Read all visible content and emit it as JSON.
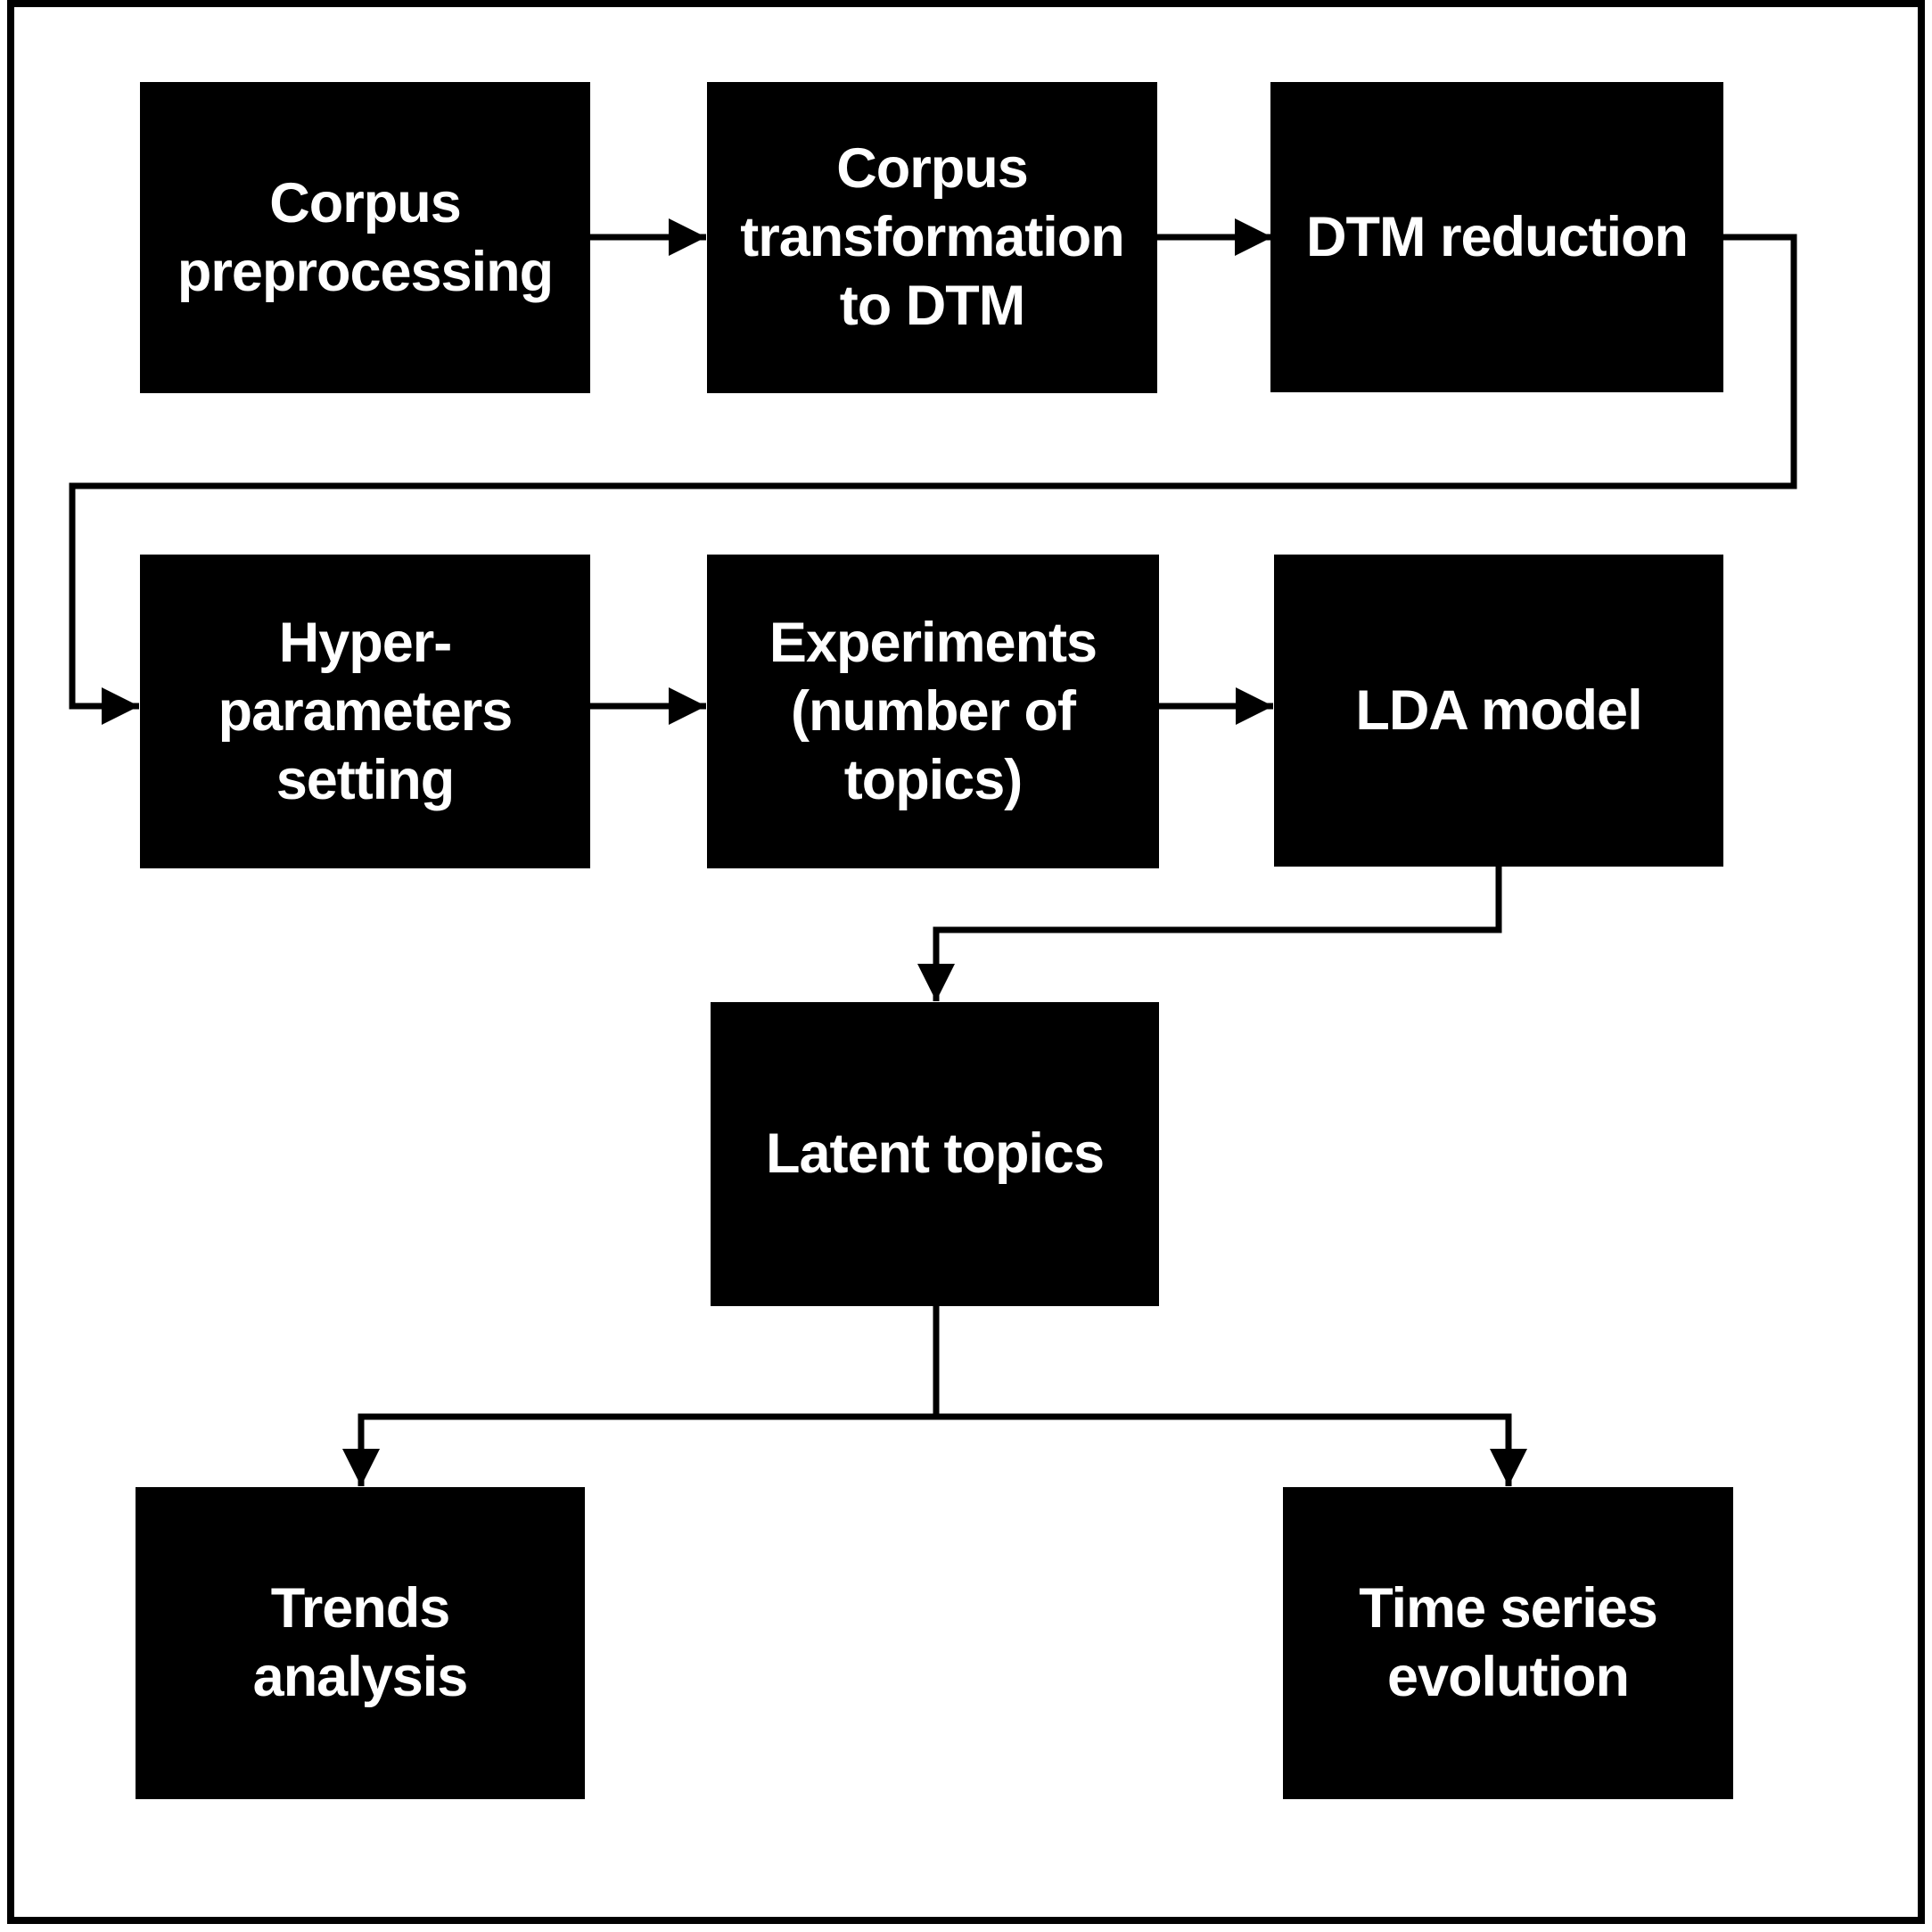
{
  "diagram": {
    "type": "flowchart",
    "colors": {
      "background": "#ffffff",
      "node_fill": "#000000",
      "node_text": "#ffffff",
      "connector": "#000000",
      "border": "#000000"
    },
    "nodes": [
      {
        "id": "corpus-preprocessing",
        "label": "Corpus preprocessing",
        "lines": [
          "Corpus",
          "preprocessing"
        ]
      },
      {
        "id": "corpus-transformation-to-dtm",
        "label": "Corpus transformation to DTM",
        "lines": [
          "Corpus",
          "transformation",
          "to DTM"
        ]
      },
      {
        "id": "dtm-reduction",
        "label": "DTM reduction",
        "lines": [
          "DTM reduction"
        ]
      },
      {
        "id": "hyper-parameters-setting",
        "label": "Hyper-parameters setting",
        "lines": [
          "Hyper-",
          "parameters",
          "setting"
        ]
      },
      {
        "id": "experiments",
        "label": "Experiments (number of topics)",
        "lines": [
          "Experiments",
          "(number of",
          "topics)"
        ]
      },
      {
        "id": "lda-model",
        "label": "LDA model",
        "lines": [
          "LDA model"
        ]
      },
      {
        "id": "latent-topics",
        "label": "Latent topics",
        "lines": [
          "Latent topics"
        ]
      },
      {
        "id": "trends-analysis",
        "label": "Trends analysis",
        "lines": [
          "Trends",
          "analysis"
        ]
      },
      {
        "id": "time-series-evolution",
        "label": "Time series evolution",
        "lines": [
          "Time series",
          "evolution"
        ]
      }
    ],
    "edges": [
      {
        "from": "corpus-preprocessing",
        "to": "corpus-transformation-to-dtm"
      },
      {
        "from": "corpus-transformation-to-dtm",
        "to": "dtm-reduction"
      },
      {
        "from": "dtm-reduction",
        "to": "hyper-parameters-setting"
      },
      {
        "from": "hyper-parameters-setting",
        "to": "experiments"
      },
      {
        "from": "experiments",
        "to": "lda-model"
      },
      {
        "from": "lda-model",
        "to": "latent-topics"
      },
      {
        "from": "latent-topics",
        "to": "trends-analysis"
      },
      {
        "from": "latent-topics",
        "to": "time-series-evolution"
      }
    ]
  }
}
